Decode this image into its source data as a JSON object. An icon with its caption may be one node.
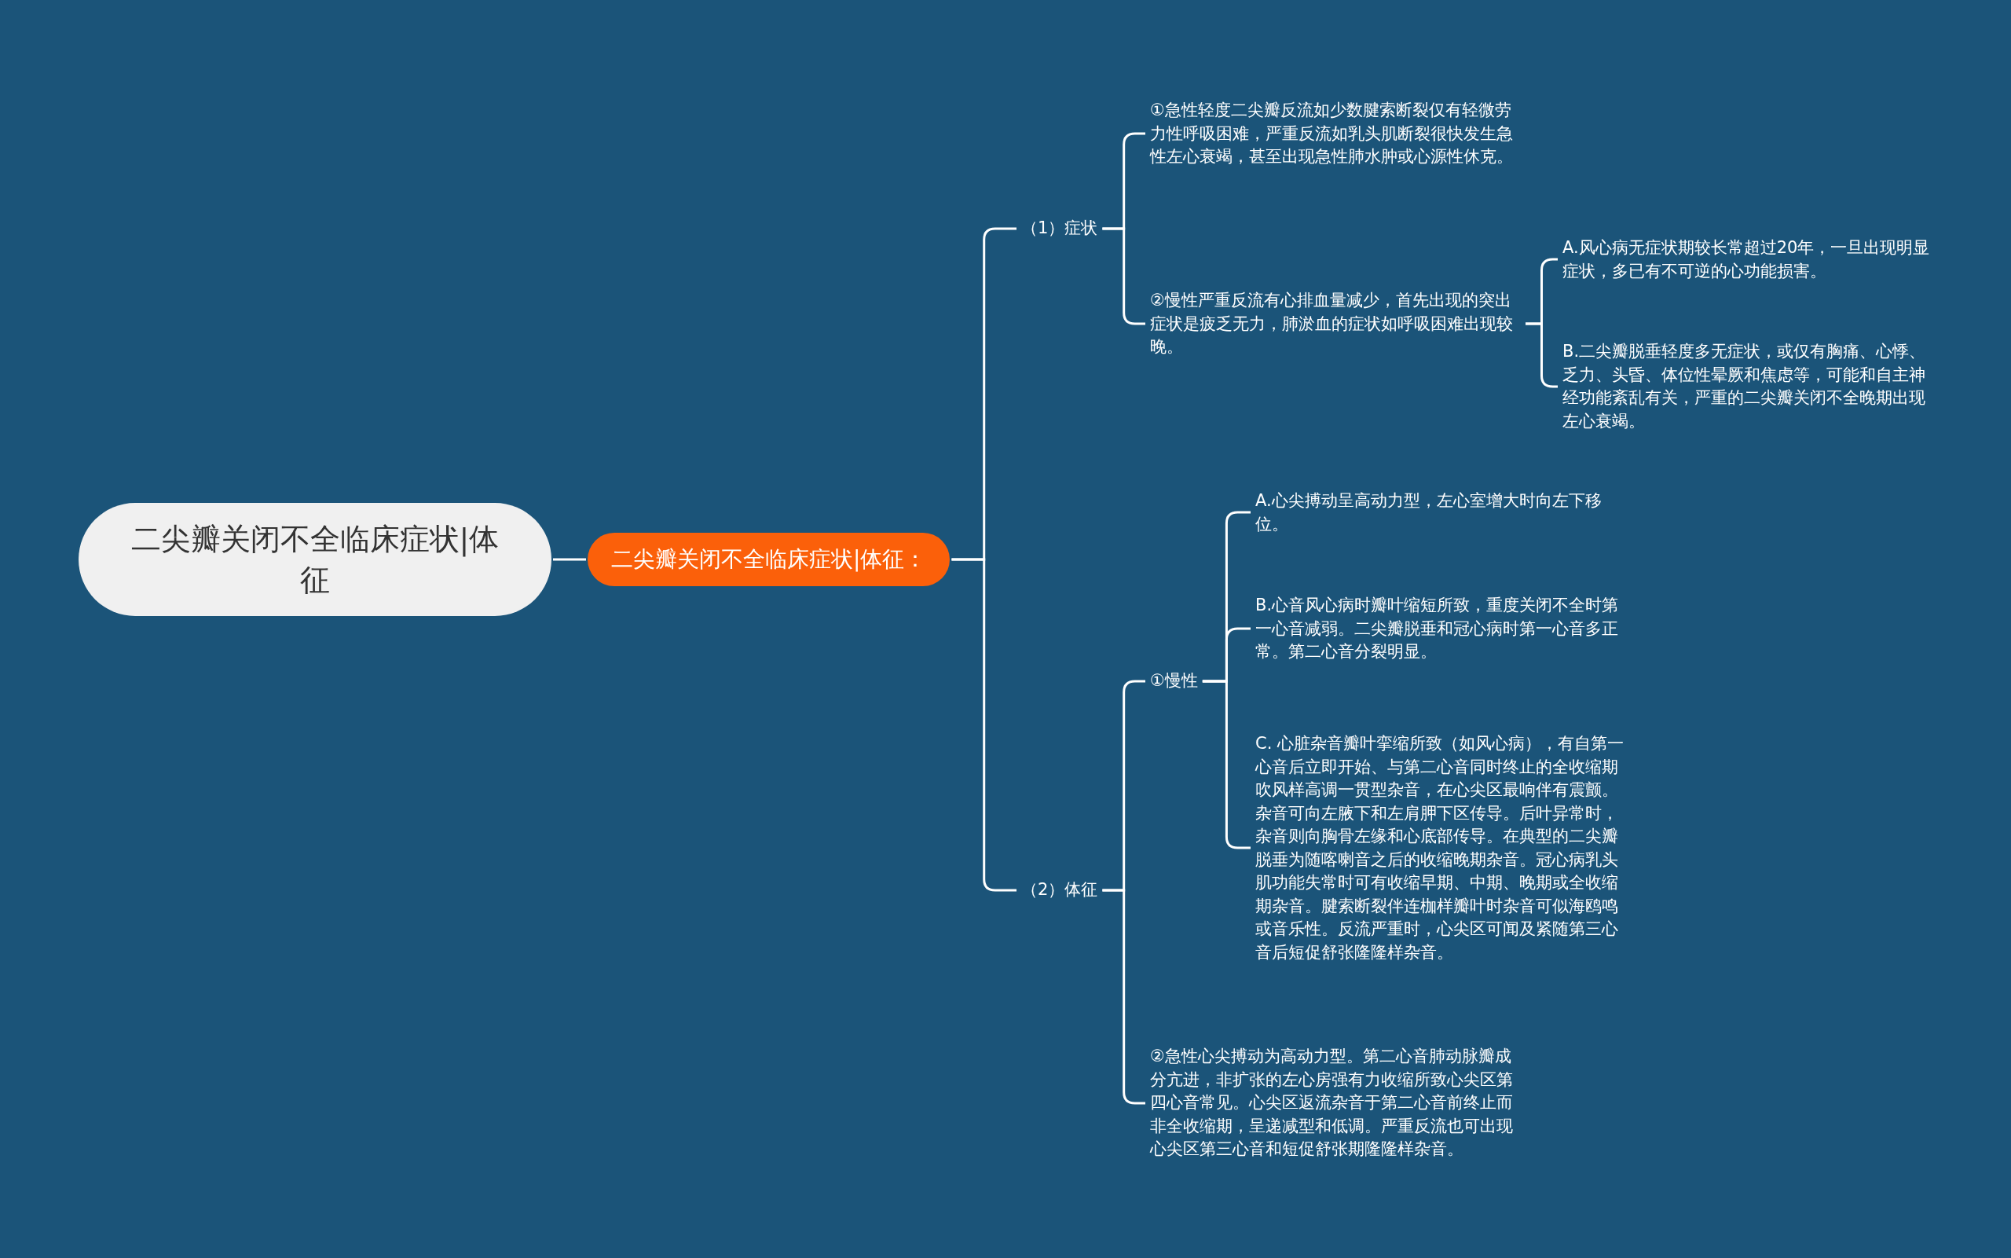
{
  "diagram": {
    "nodes": [
      {
        "text": [
          "二尖瓣关闭不全临床症状|体征"
        ]
      },
      {
        "text": [
          "二尖瓣关闭不全临床症状|体征："
        ]
      },
      {
        "text": [
          "（1）症状"
        ]
      },
      {
        "text": [
          "①急性轻度二尖瓣反流如少数腱索断裂仅有轻微劳力性呼吸困难，严重反流如乳头肌断裂很快发生急性左心衰竭，甚至出现急性肺水肿或心源性休克。"
        ]
      },
      {
        "text": [
          "②慢性严重反流有心排血量减少，首先出现的突出症状是疲乏无力，肺淤血的症状如呼吸困难出现较晚。"
        ]
      },
      {
        "text": [
          "A.风心病无症状期较长常超过20年，一旦出现明显症状，多已有不可逆的心功能损害。"
        ]
      },
      {
        "text": [
          "B.二尖瓣脱垂轻度多无症状，或仅有胸痛、心悸、乏力、头昏、体位性晕厥和焦虑等，可能和自主神经功能紊乱有关，严重的二尖瓣关闭不全晚期出现左心衰竭。"
        ]
      },
      {
        "text": [
          "（2）体征"
        ]
      },
      {
        "text": [
          "①慢性"
        ]
      },
      {
        "text": [
          "A.心尖搏动呈高动力型，左心室增大时向左下移位。"
        ]
      },
      {
        "text": [
          "B.心音风心病时瓣叶缩短所致，重度关闭不全时第一心音减弱。二尖瓣脱垂和冠心病时第一心音多正常。第二心音分裂明显。"
        ]
      },
      {
        "text": [
          "C. 心脏杂音瓣叶挛缩所致（如风心病），有自第一心音后立即开始、与第二心音同时终止的全收缩期吹风样高调一贯型杂音，在心尖区最响伴有震颤。杂音可向左腋下和左肩胛下区传导。后叶异常时，杂音则向胸骨左缘和心底部传导。在典型的二尖瓣脱垂为随喀喇音之后的收缩晚期杂音。冠心病乳头肌功能失常时可有收缩早期、中期、晚期或全收缩期杂音。腱索断裂伴连枷样瓣叶时杂音可似海鸥鸣或音乐性。反流严重时，心尖区可闻及紧随第三心音后短促舒张隆隆样杂音。"
        ]
      },
      {
        "text": [
          "②急性心尖搏动为高动力型。第二心音肺动脉瓣成分亢进，非扩张的左心房强有力收缩所致心尖区第四心音常见。心尖区返流杂音于第二心音前终止而非全收缩期，呈递减型和低调。严重反流也可出现心尖区第三心音和短促舒张期隆隆样杂音。"
        ]
      }
    ],
    "edges": [
      {
        "from": 0,
        "to": 1,
        "arrow": "none"
      },
      {
        "from": 1,
        "to": 2,
        "arrow": "none"
      },
      {
        "from": 1,
        "to": 7,
        "arrow": "none"
      },
      {
        "from": 2,
        "to": 3,
        "arrow": "none"
      },
      {
        "from": 2,
        "to": 4,
        "arrow": "none"
      },
      {
        "from": 4,
        "to": 5,
        "arrow": "none"
      },
      {
        "from": 4,
        "to": 6,
        "arrow": "none"
      },
      {
        "from": 7,
        "to": 8,
        "arrow": "none"
      },
      {
        "from": 7,
        "to": 12,
        "arrow": "none"
      },
      {
        "from": 8,
        "to": 9,
        "arrow": "none"
      },
      {
        "from": 8,
        "to": 10,
        "arrow": "none"
      },
      {
        "from": 8,
        "to": 11,
        "arrow": "none"
      }
    ]
  }
}
